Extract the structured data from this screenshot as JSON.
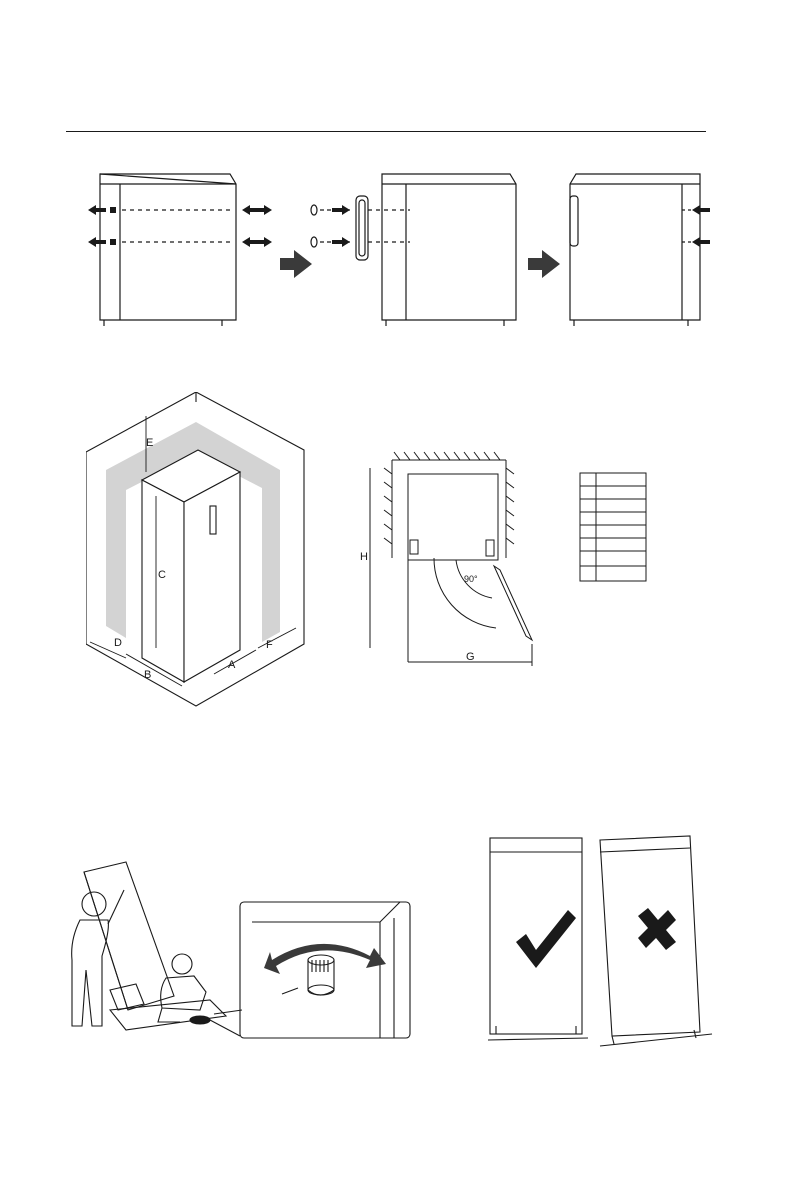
{
  "installation_figure": {
    "labels": {
      "A": "A",
      "B": "B",
      "C": "C",
      "D": "D",
      "E": "E",
      "F": "F"
    }
  },
  "clearance_figure": {
    "labels": {
      "H": "H",
      "G": "G",
      "angle": "90°"
    },
    "table_rows": 8
  },
  "colors": {
    "line": "#1a1a1a",
    "clearance_fill": "#d3d3d3",
    "arrow": "#3a3a3a"
  },
  "icons": {
    "correct": "checkmark-icon",
    "incorrect": "cross-icon"
  }
}
